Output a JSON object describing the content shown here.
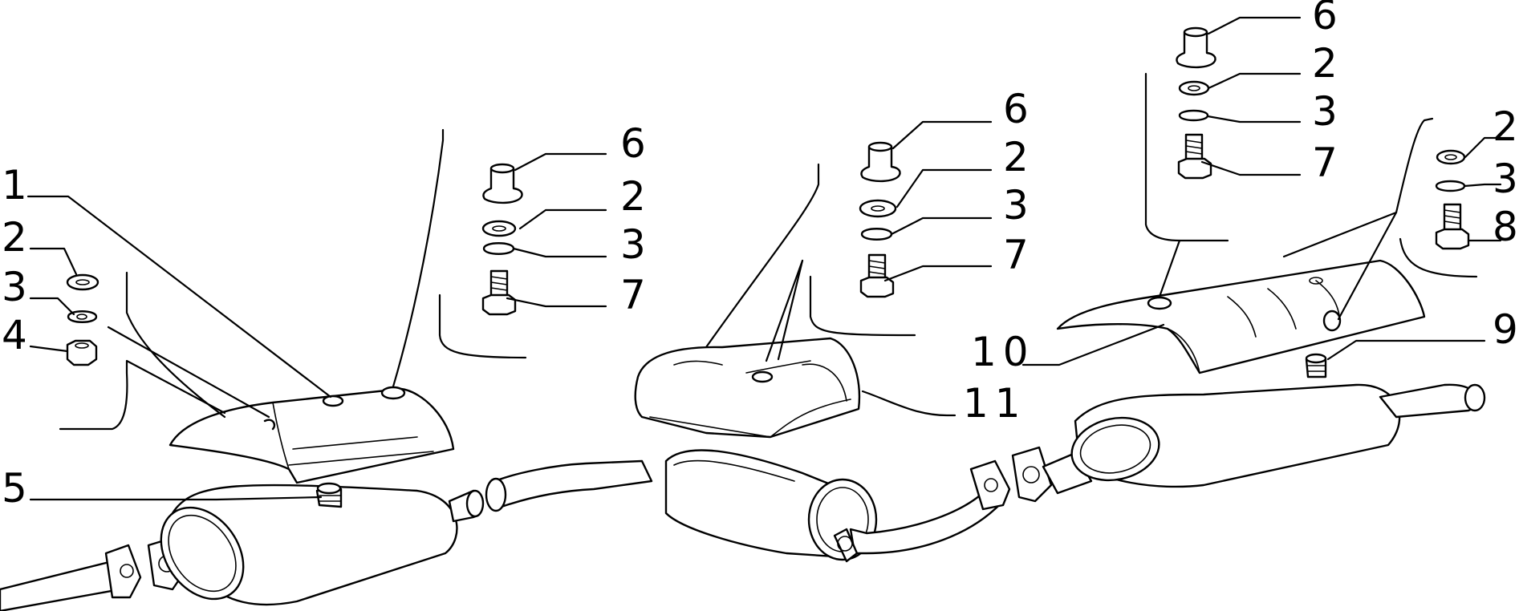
{
  "callouts": {
    "l1": "1",
    "l2a": "2",
    "l3a": "3",
    "l4": "4",
    "l5": "5",
    "l6a": "6",
    "l2b": "2",
    "l3b": "3",
    "l7a": "7",
    "l6b": "6",
    "l2c": "2",
    "l3c": "3",
    "l7b": "7",
    "l11": "11",
    "l6c": "6",
    "l2d": "2",
    "l3d": "3",
    "l7c": "7",
    "l10": "10",
    "l2e": "2",
    "l3e": "3",
    "l8": "8",
    "l9": "9"
  }
}
